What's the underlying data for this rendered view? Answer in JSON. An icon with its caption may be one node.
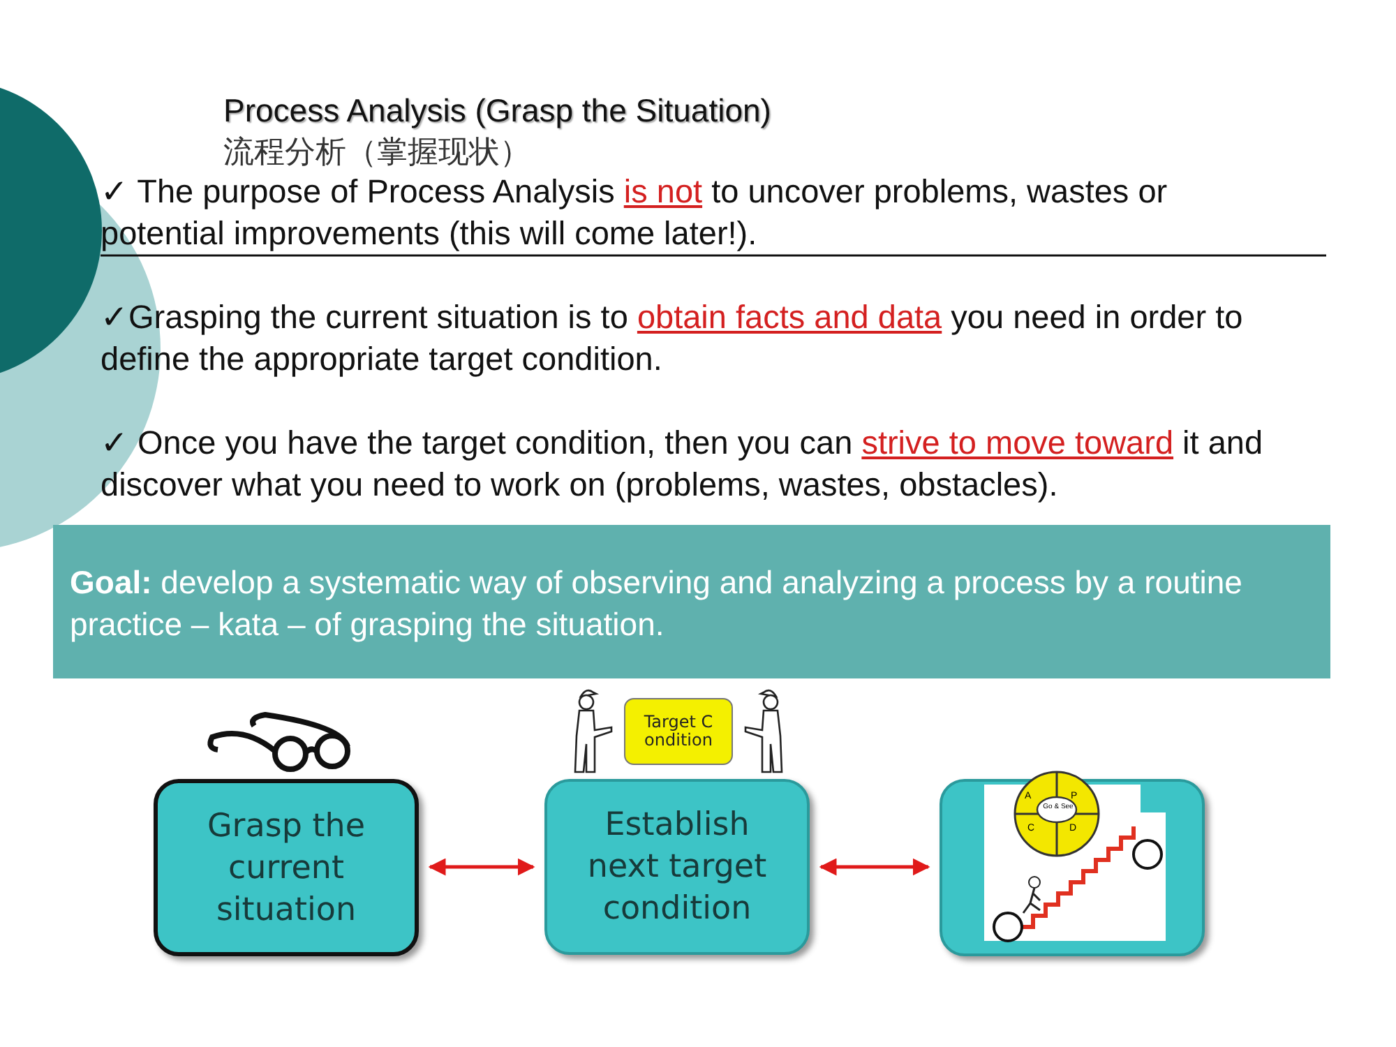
{
  "diagram": {
    "title": "Process Analysis (Grasp the Situation)",
    "nodes": [
      {
        "text": [
          "**Goal:** develop a systematic way of observing and analyzing a process by a routine practice – kata – of grasping the situation."
        ]
      },
      {
        "text": [
          "Grasp the current situation"
        ]
      },
      {
        "text": [
          "Establish next target condition"
        ]
      },
      {
        "text": [],
        "shape": "box"
      },
      {
        "text": [
          "Target Condition"
        ]
      }
    ],
    "edges": [
      {
        "from": 1,
        "to": 2,
        "arrow": "both"
      },
      {
        "from": 2,
        "to": 3,
        "arrow": "both"
      }
    ],
    "labels": [
      "流程分析（掌握现状）",
      "✓ The purpose of Process Analysis *is not* to uncover problems, wastes or potential improvements (this will come later!).",
      "✓Grasping the current situation is to *obtain facts and data* you need in order to define the appropriate target condition.",
      "✓ Once you have the target condition, then you can *strive to move toward* it and discover what you need to work on (problems, wastes, obstacles).",
      "A",
      "P",
      "Go & See",
      "C",
      "D"
    ]
  }
}
